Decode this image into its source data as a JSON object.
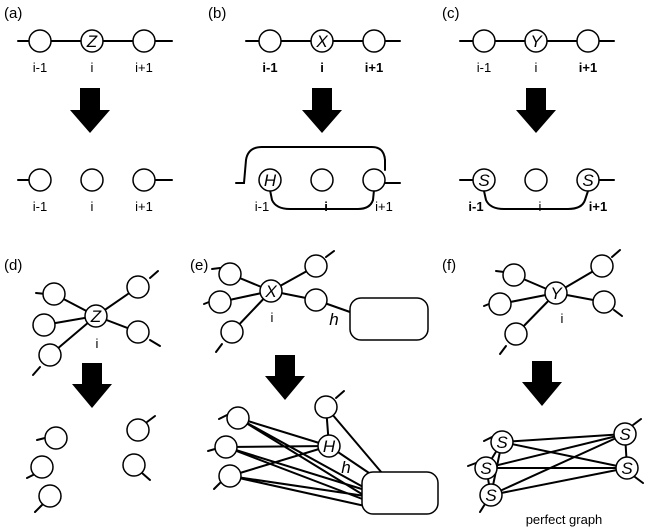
{
  "panels": {
    "a": "(a)",
    "b": "(b)",
    "c": "(c)",
    "d": "(d)",
    "e": "(e)",
    "f": "(f)"
  },
  "index": {
    "prev": "i-1",
    "cur": "i",
    "next": "i+1"
  },
  "node_letters": {
    "Z": "Z",
    "X": "X",
    "Y": "Y",
    "H": "H",
    "S": "S",
    "h": "h"
  },
  "caption": "perfect graph"
}
